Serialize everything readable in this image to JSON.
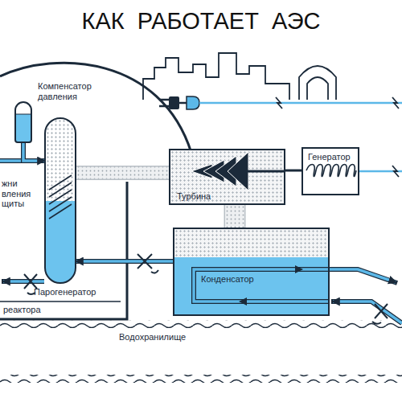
{
  "diagram": {
    "title": "КАК РАБОТАЕТ АЭС",
    "nodes": [
      {
        "text": [
          "Компенсатор давления"
        ]
      },
      {
        "text": [
          "Турбина"
        ]
      },
      {
        "text": [
          "Генератор"
        ]
      },
      {
        "text": [
          "Парогенератор"
        ]
      },
      {
        "text": [
          "Конденсатор"
        ]
      }
    ],
    "edges": [
      {
        "from": 0,
        "to": 3,
        "arrow": "to"
      },
      {
        "from": 3,
        "to": 1,
        "arrow": "none"
      },
      {
        "from": 1,
        "to": 2,
        "arrow": "none"
      },
      {
        "from": 1,
        "to": 4,
        "arrow": "none"
      },
      {
        "from": 4,
        "to": 3,
        "arrow": "to"
      }
    ],
    "labels": [
      "жни вления щиты",
      "реактора",
      "Водохранилище"
    ]
  }
}
